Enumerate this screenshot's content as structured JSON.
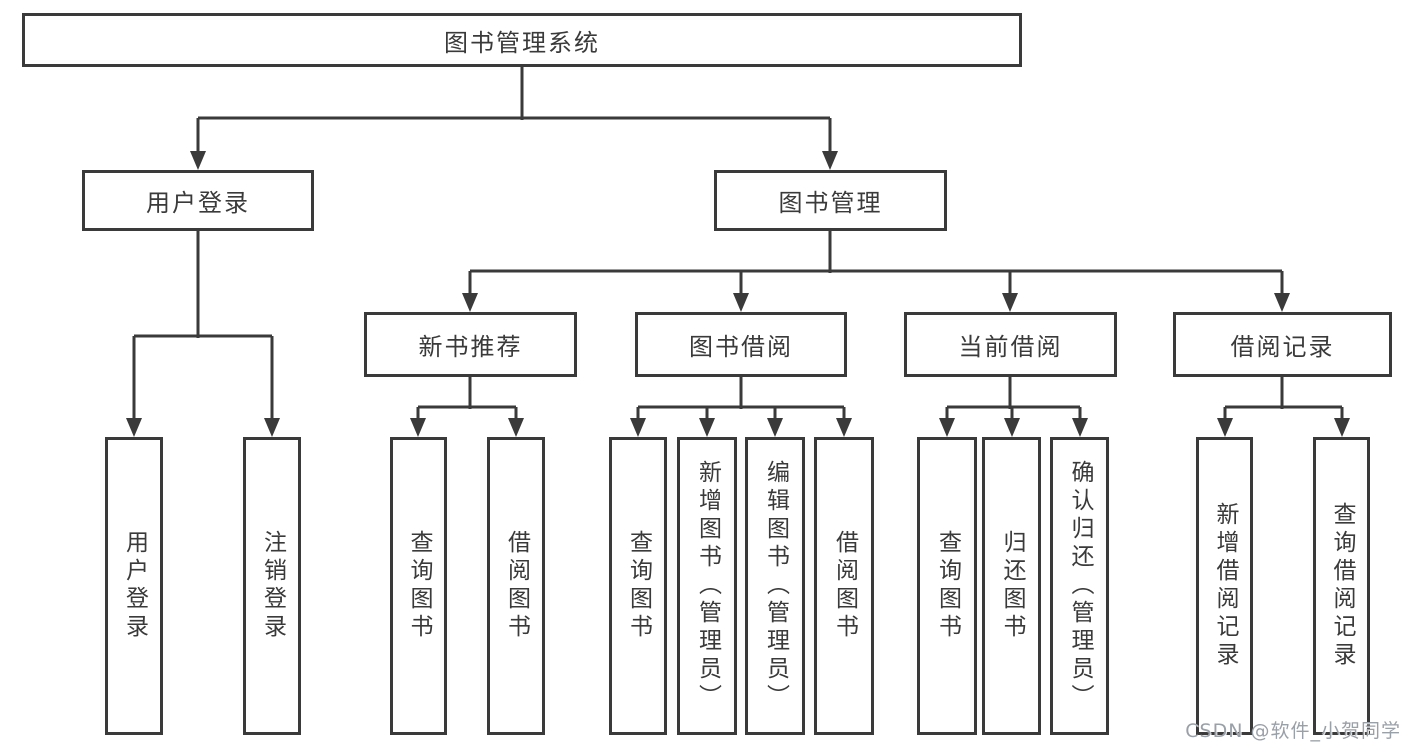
{
  "colors": {
    "line": "#3a3a3a",
    "text": "#3a3a3a",
    "node_background": "#ffffff",
    "page_background": "#ffffff",
    "watermark_text": "#9aa0a8"
  },
  "diagram": {
    "root": {
      "label": "图书管理系统"
    },
    "level2": [
      {
        "label": "用户登录",
        "children": [
          {
            "label": "用户登录"
          },
          {
            "label": "注销登录"
          }
        ]
      },
      {
        "label": "图书管理"
      }
    ],
    "level3": [
      {
        "label": "新书推荐",
        "children": [
          {
            "label": "查询图书"
          },
          {
            "label": "借阅图书"
          }
        ]
      },
      {
        "label": "图书借阅",
        "children": [
          {
            "label": "查询图书"
          },
          {
            "label": "新增图书（管理员）"
          },
          {
            "label": "编辑图书（管理员）"
          },
          {
            "label": "借阅图书"
          }
        ]
      },
      {
        "label": "当前借阅",
        "children": [
          {
            "label": "查询图书"
          },
          {
            "label": "归还图书"
          },
          {
            "label": "确认归还（管理员）"
          }
        ]
      },
      {
        "label": "借阅记录",
        "children": [
          {
            "label": "新增借阅记录"
          },
          {
            "label": "查询借阅记录"
          }
        ]
      }
    ]
  },
  "watermark": {
    "label": "CSDN @软件_小贺同学"
  }
}
